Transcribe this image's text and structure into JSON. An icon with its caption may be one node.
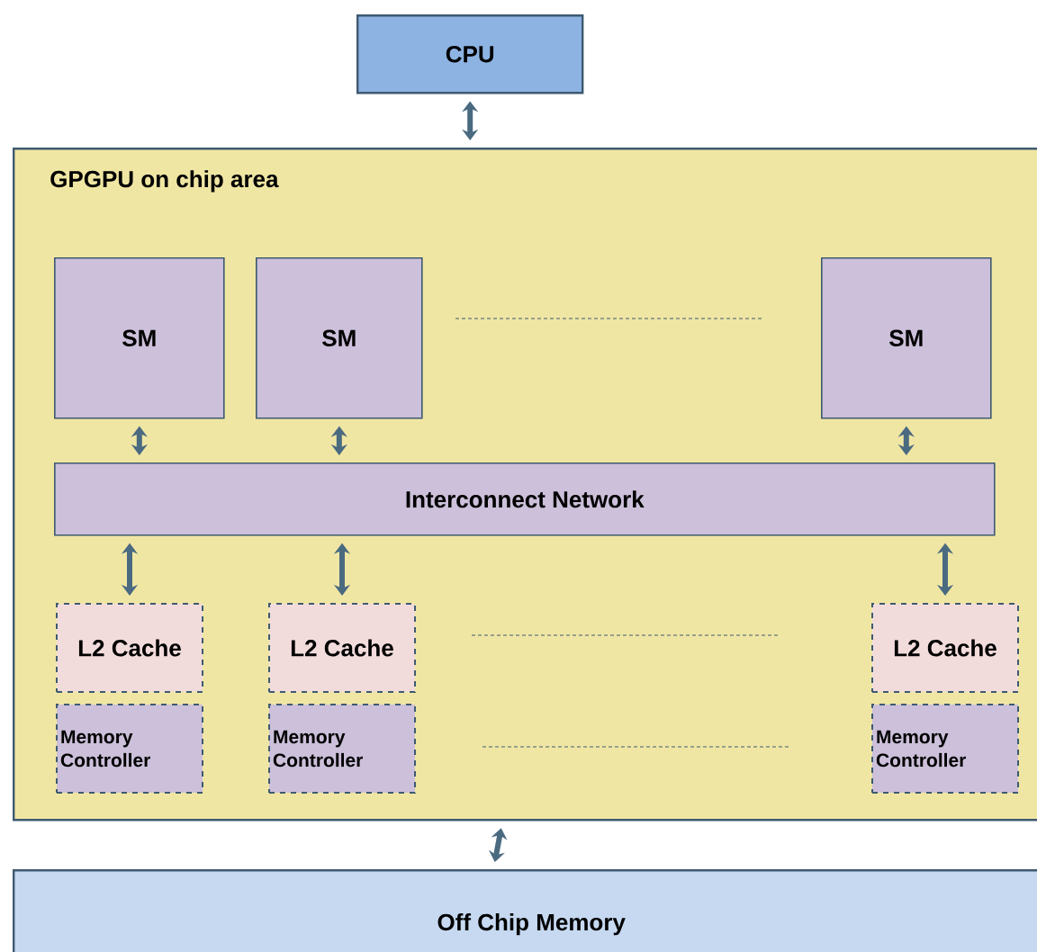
{
  "diagram": {
    "nodes": [
      {
        "text": [
          "CPU"
        ]
      },
      {
        "text": [
          "GPGPU on chip area"
        ]
      },
      {
        "text": [
          "SM"
        ],
        "in": 1
      },
      {
        "text": [
          "SM"
        ],
        "in": 1
      },
      {
        "text": [
          "SM"
        ],
        "in": 1
      },
      {
        "text": [
          "Interconnect Network"
        ],
        "in": 1
      },
      {
        "text": [
          "L2 Cache"
        ],
        "in": 1
      },
      {
        "text": [
          "L2 Cache"
        ],
        "in": 1
      },
      {
        "text": [
          "L2 Cache"
        ],
        "in": 1
      },
      {
        "text": [
          "Memory Controller"
        ],
        "in": 1
      },
      {
        "text": [
          "Memory Controller"
        ],
        "in": 1
      },
      {
        "text": [
          "Memory Controller"
        ],
        "in": 1
      },
      {
        "text": [
          "Off Chip Memory"
        ]
      }
    ],
    "edges": [
      {
        "from": 0,
        "to": 1,
        "arrow": "both"
      },
      {
        "from": 2,
        "to": 5,
        "arrow": "both"
      },
      {
        "from": 3,
        "to": 5,
        "arrow": "both"
      },
      {
        "from": 4,
        "to": 5,
        "arrow": "both"
      },
      {
        "from": 5,
        "to": 6,
        "arrow": "both"
      },
      {
        "from": 5,
        "to": 7,
        "arrow": "both"
      },
      {
        "from": 5,
        "to": 8,
        "arrow": "both"
      },
      {
        "from": 1,
        "to": 12,
        "arrow": "both"
      }
    ]
  }
}
